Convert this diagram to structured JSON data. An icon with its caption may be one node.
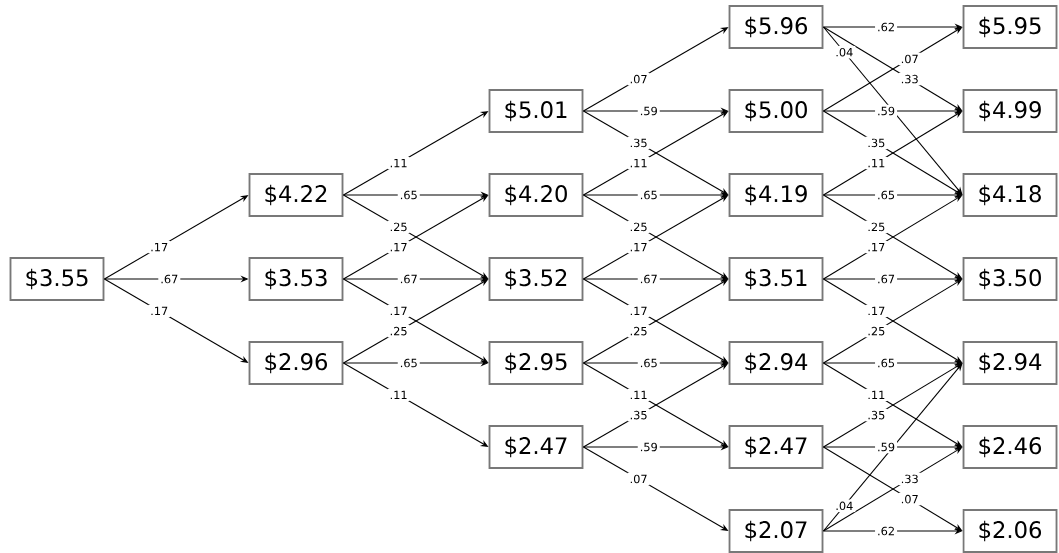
{
  "diagram": {
    "nodes": [
      {
        "text": [
          "$3.55"
        ]
      },
      {
        "text": [
          "$4.22"
        ]
      },
      {
        "text": [
          "$3.53"
        ]
      },
      {
        "text": [
          "$2.96"
        ]
      },
      {
        "text": [
          "$5.01"
        ]
      },
      {
        "text": [
          "$4.20"
        ]
      },
      {
        "text": [
          "$3.52"
        ]
      },
      {
        "text": [
          "$2.95"
        ]
      },
      {
        "text": [
          "$2.47"
        ]
      },
      {
        "text": [
          "$5.96"
        ]
      },
      {
        "text": [
          "$5.00"
        ]
      },
      {
        "text": [
          "$4.19"
        ]
      },
      {
        "text": [
          "$3.51"
        ]
      },
      {
        "text": [
          "$2.94"
        ]
      },
      {
        "text": [
          "$2.47"
        ]
      },
      {
        "text": [
          "$2.07"
        ]
      },
      {
        "text": [
          "$5.95"
        ]
      },
      {
        "text": [
          "$4.99"
        ]
      },
      {
        "text": [
          "$4.18"
        ]
      },
      {
        "text": [
          "$3.50"
        ]
      },
      {
        "text": [
          "$2.94"
        ]
      },
      {
        "text": [
          "$2.46"
        ]
      },
      {
        "text": [
          "$2.06"
        ]
      }
    ],
    "edges": [
      {
        "from": 0,
        "to": 1,
        "arrow": "to",
        "label": ".17"
      },
      {
        "from": 0,
        "to": 2,
        "arrow": "to",
        "label": ".67"
      },
      {
        "from": 0,
        "to": 3,
        "arrow": "to",
        "label": ".17"
      },
      {
        "from": 1,
        "to": 4,
        "arrow": "to",
        "label": ".11"
      },
      {
        "from": 1,
        "to": 5,
        "arrow": "to",
        "label": ".65"
      },
      {
        "from": 1,
        "to": 6,
        "arrow": "to",
        "label": ".25"
      },
      {
        "from": 2,
        "to": 5,
        "arrow": "to",
        "label": ".17"
      },
      {
        "from": 2,
        "to": 6,
        "arrow": "to",
        "label": ".67"
      },
      {
        "from": 2,
        "to": 7,
        "arrow": "to",
        "label": ".17"
      },
      {
        "from": 3,
        "to": 6,
        "arrow": "to",
        "label": ".25"
      },
      {
        "from": 3,
        "to": 7,
        "arrow": "to",
        "label": ".65"
      },
      {
        "from": 3,
        "to": 8,
        "arrow": "to",
        "label": ".11"
      },
      {
        "from": 4,
        "to": 9,
        "arrow": "to",
        "label": ".07"
      },
      {
        "from": 4,
        "to": 10,
        "arrow": "to",
        "label": ".59"
      },
      {
        "from": 4,
        "to": 11,
        "arrow": "to",
        "label": ".35"
      },
      {
        "from": 5,
        "to": 10,
        "arrow": "to",
        "label": ".11"
      },
      {
        "from": 5,
        "to": 11,
        "arrow": "to",
        "label": ".65"
      },
      {
        "from": 5,
        "to": 12,
        "arrow": "to",
        "label": ".25"
      },
      {
        "from": 6,
        "to": 11,
        "arrow": "to",
        "label": ".17"
      },
      {
        "from": 6,
        "to": 12,
        "arrow": "to",
        "label": ".67"
      },
      {
        "from": 6,
        "to": 13,
        "arrow": "to",
        "label": ".17"
      },
      {
        "from": 7,
        "to": 12,
        "arrow": "to",
        "label": ".25"
      },
      {
        "from": 7,
        "to": 13,
        "arrow": "to",
        "label": ".65"
      },
      {
        "from": 7,
        "to": 14,
        "arrow": "to",
        "label": ".11"
      },
      {
        "from": 8,
        "to": 13,
        "arrow": "to",
        "label": ".35"
      },
      {
        "from": 8,
        "to": 14,
        "arrow": "to",
        "label": ".59"
      },
      {
        "from": 8,
        "to": 15,
        "arrow": "to",
        "label": ".07"
      },
      {
        "from": 9,
        "to": 16,
        "arrow": "to",
        "label": ".62"
      },
      {
        "from": 9,
        "to": 17,
        "arrow": "to",
        "label": ".33"
      },
      {
        "from": 9,
        "to": 18,
        "arrow": "to",
        "label": ".04"
      },
      {
        "from": 10,
        "to": 16,
        "arrow": "to",
        "label": ".07"
      },
      {
        "from": 10,
        "to": 17,
        "arrow": "to",
        "label": ".59"
      },
      {
        "from": 10,
        "to": 18,
        "arrow": "to",
        "label": ".35"
      },
      {
        "from": 11,
        "to": 17,
        "arrow": "to",
        "label": ".11"
      },
      {
        "from": 11,
        "to": 18,
        "arrow": "to",
        "label": ".65"
      },
      {
        "from": 11,
        "to": 19,
        "arrow": "to",
        "label": ".25"
      },
      {
        "from": 12,
        "to": 18,
        "arrow": "to",
        "label": ".17"
      },
      {
        "from": 12,
        "to": 19,
        "arrow": "to",
        "label": ".67"
      },
      {
        "from": 12,
        "to": 20,
        "arrow": "to",
        "label": ".17"
      },
      {
        "from": 13,
        "to": 19,
        "arrow": "to",
        "label": ".25"
      },
      {
        "from": 13,
        "to": 20,
        "arrow": "to",
        "label": ".65"
      },
      {
        "from": 13,
        "to": 21,
        "arrow": "to",
        "label": ".11"
      },
      {
        "from": 14,
        "to": 20,
        "arrow": "to",
        "label": ".35"
      },
      {
        "from": 14,
        "to": 21,
        "arrow": "to",
        "label": ".59"
      },
      {
        "from": 14,
        "to": 22,
        "arrow": "to",
        "label": ".07"
      },
      {
        "from": 15,
        "to": 20,
        "arrow": "to",
        "label": ".04"
      },
      {
        "from": 15,
        "to": 21,
        "arrow": "to",
        "label": ".33"
      },
      {
        "from": 15,
        "to": 22,
        "arrow": "to",
        "label": ".62"
      }
    ]
  }
}
